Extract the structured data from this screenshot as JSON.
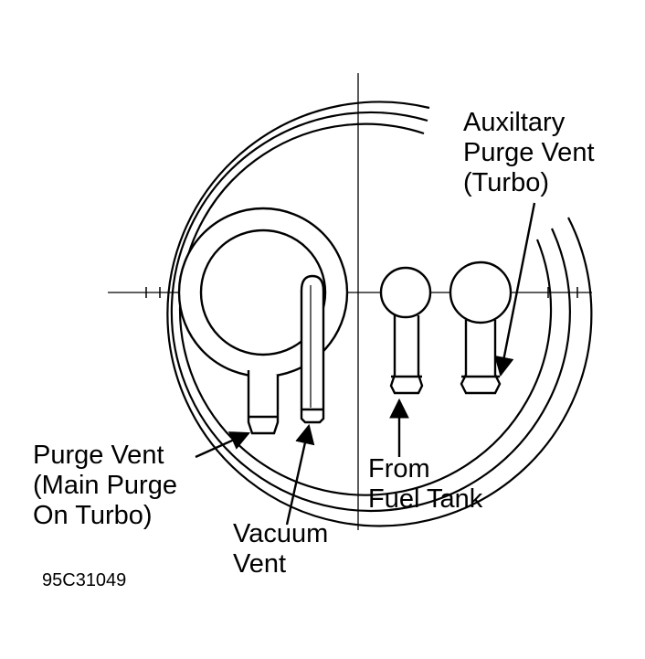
{
  "labels": {
    "auxiliary_purge_vent": [
      "Auxiltary",
      "Purge Vent",
      "(Turbo)"
    ],
    "purge_vent": [
      "Purge Vent",
      "(Main Purge",
      "On Turbo)"
    ],
    "vacuum_vent": [
      "Vacuum",
      "Vent"
    ],
    "from_fuel_tank": [
      "From",
      "Fuel Tank"
    ]
  },
  "figure_code": "95C31049",
  "colors": {
    "line": "#000000",
    "background": "#ffffff"
  }
}
